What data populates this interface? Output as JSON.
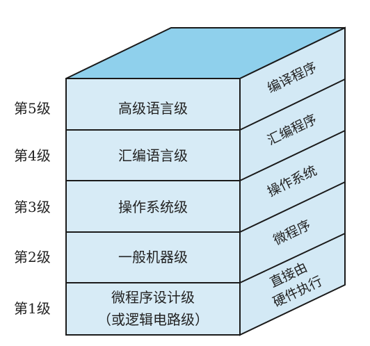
{
  "colors": {
    "front_face": "#d7ebf6",
    "side_face": "#d3e9f5",
    "top_face": "#8fd0ec",
    "edge": "#1a1a1a"
  },
  "levels": [
    {
      "name": "第5级",
      "front": [
        "高级语言级"
      ],
      "side": [
        "编译程序"
      ]
    },
    {
      "name": "第4级",
      "front": [
        "汇编语言级"
      ],
      "side": [
        "汇编程序"
      ]
    },
    {
      "name": "第3级",
      "front": [
        "操作系统级"
      ],
      "side": [
        "操作系统"
      ]
    },
    {
      "name": "第2级",
      "front": [
        "一般机器级"
      ],
      "side": [
        "微程序"
      ]
    },
    {
      "name": "第1级",
      "front": [
        "微程序设计级",
        "（或逻辑电路级）"
      ],
      "side": [
        "直接由",
        "硬件执行"
      ]
    }
  ]
}
